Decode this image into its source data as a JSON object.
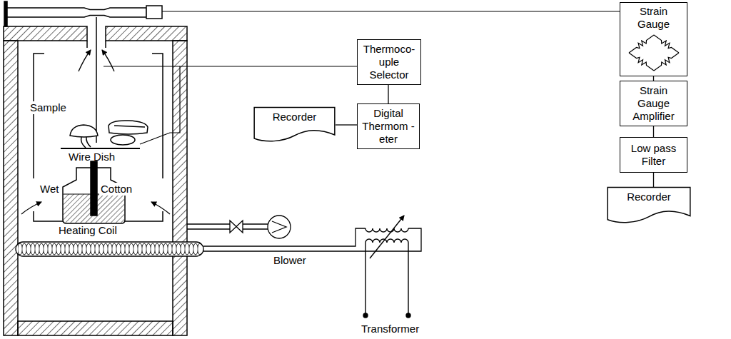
{
  "diagram": {
    "nodes": [
      {
        "text": [
          "Thermoco- uple Selector"
        ]
      },
      {
        "text": [
          "Recorder"
        ]
      },
      {
        "text": [
          "Digital Thermom - eter"
        ]
      },
      {
        "text": [
          "Strain Gauge"
        ]
      },
      {
        "text": [
          "Strain Gauge Amplifier"
        ]
      },
      {
        "text": [
          "Low pass Filter"
        ]
      },
      {
        "text": [
          "Recorder"
        ]
      }
    ],
    "edges": [
      {
        "from": 0,
        "to": 2,
        "arrow": "none"
      },
      {
        "from": 2,
        "to": 1,
        "arrow": "none"
      },
      {
        "from": 3,
        "to": 4,
        "arrow": "none"
      },
      {
        "from": 4,
        "to": 5,
        "arrow": "none"
      },
      {
        "from": 5,
        "to": 6,
        "arrow": "none"
      }
    ],
    "labels": [
      "Sample",
      "Wire Dish",
      "Wet",
      "Cotton",
      "Heating Coil",
      "Blower",
      "Transformer"
    ]
  }
}
